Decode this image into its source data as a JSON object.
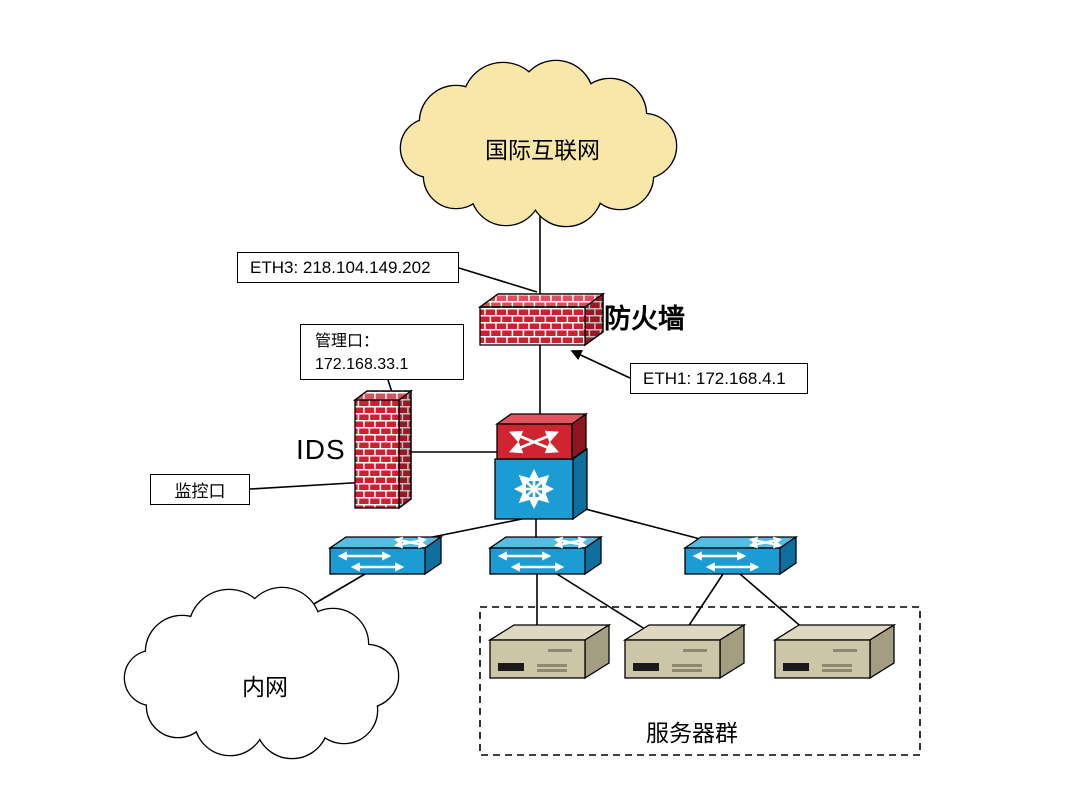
{
  "nodes": {
    "internet": "国际互联网",
    "firewall": "防火墙",
    "ids": "IDS",
    "intranet": "内网",
    "server_group": "服务器群"
  },
  "port_labels": {
    "eth3": "ETH3: 218.104.149.202",
    "eth1": "ETH1: 172.168.4.1",
    "management_line1": "管理口：",
    "management_line2": "172.168.33.1",
    "monitor": "监控口"
  },
  "colors": {
    "internet_cloud_fill": "#F9E7A9",
    "intranet_cloud_fill": "#FFFFFF",
    "brick_red": "#CE2030",
    "device_red": "#D02430",
    "switch_blue": "#1B9CD3",
    "server_tan": "#CCC6A8",
    "line_black": "#000000"
  }
}
